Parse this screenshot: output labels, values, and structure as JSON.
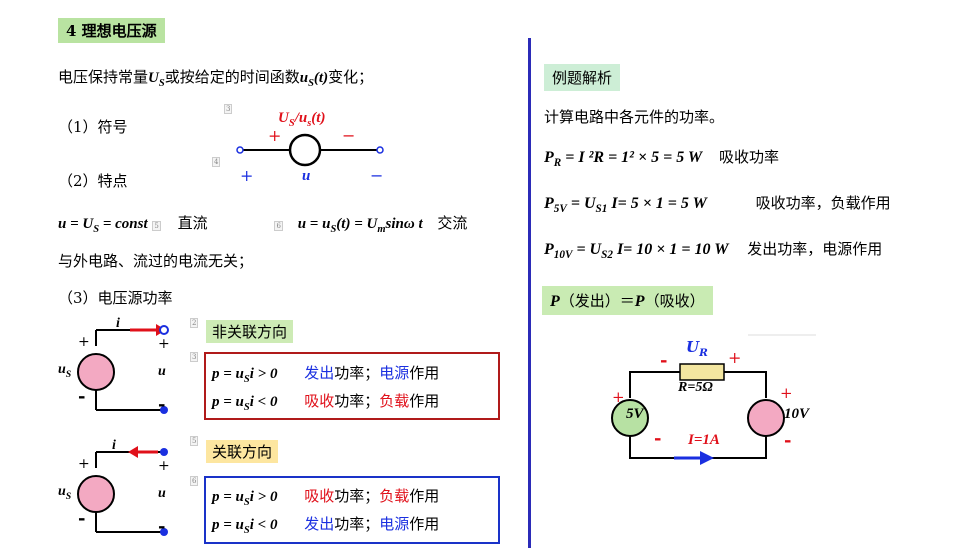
{
  "left": {
    "section_title": "4 理想电压源",
    "line1_a": "电压保持常量",
    "line1_sym1": "U",
    "line1_sym1_sub": "S",
    "line1_b": "或按给定的时间函数",
    "line1_sym2": "u",
    "line1_sym2_sub": "S",
    "line1_sym2_arg": "(t)",
    "line1_c": "变化；",
    "symbol_heading": "（1）符号",
    "feature_heading": "（2）特点",
    "symbol_label": "U",
    "symbol_label_sub": "S",
    "symbol_label_mid": "/u",
    "symbol_label_sub2": "s",
    "symbol_label_end": "(t)",
    "symbol_plus": "+",
    "symbol_minus": "−",
    "symbol_u": "u",
    "eq_dc": "u = U",
    "eq_dc_sub": "S",
    "eq_dc_end": " = const",
    "dc_label": "直流",
    "eq_ac": "u = u",
    "eq_ac_sub": "S",
    "eq_ac_mid": "(t) = U",
    "eq_ac_sub2": "m",
    "eq_ac_end": "sinω t",
    "ac_label": "交流",
    "independence": "与外电路、流过的电流无关；",
    "power_heading": "（3）电压源功率",
    "nonassoc_tag": "非关联方向",
    "assoc_tag": "关联方向",
    "box1_row1_eq": "p = u",
    "box1_row1_sub": "S",
    "box1_row1_end": "i > 0",
    "box1_row1_a": "发出",
    "box1_row1_b": "功率；",
    "box1_row1_c": "电源",
    "box1_row1_d": "作用",
    "box1_row2_eq": "p = u",
    "box1_row2_sub": "S",
    "box1_row2_end": "i < 0",
    "box1_row2_a": "吸收",
    "box1_row2_b": "功率；",
    "box1_row2_c": "负载",
    "box1_row2_d": "作用",
    "box2_row1_eq": "p = u",
    "box2_row1_sub": "S",
    "box2_row1_end": "i > 0",
    "box2_row1_a": "吸收",
    "box2_row1_b": "功率；",
    "box2_row1_c": "负载",
    "box2_row1_d": "作用",
    "box2_row2_eq": "p = u",
    "box2_row2_sub": "S",
    "box2_row2_end": "i < 0",
    "box2_row2_a": "发出",
    "box2_row2_b": "功率；",
    "box2_row2_c": "电源",
    "box2_row2_d": "作用",
    "circ_i": "i",
    "circ_us": "u",
    "circ_us_sub": "S",
    "circ_u": "u",
    "plus": "+",
    "minus": "-",
    "marker_3": "3",
    "marker_4": "4",
    "marker_5": "5",
    "marker_6": "6",
    "marker_2": "2",
    "marker_3b": "3",
    "marker_5b": "5",
    "marker_6b": "6"
  },
  "right": {
    "example_title": "例题解析",
    "task": "计算电路中各元件的功率。",
    "pr_lhs": "P",
    "pr_sub": "R",
    "pr_eq": " = I ²R = 1² × 5 = 5 W",
    "pr_note": "吸收功率",
    "p5_lhs": "P",
    "p5_sub": "5V",
    "p5_eq_a": " = U",
    "p5_eq_sub": "S1",
    "p5_eq_b": " I= 5 × 1 = 5 W",
    "p5_note": "吸收功率，负载作用",
    "p10_lhs": "P",
    "p10_sub": "10V",
    "p10_eq_a": " = U",
    "p10_eq_sub": "S2",
    "p10_eq_b": " I= 10 × 1 = 10 W",
    "p10_note": "发出功率，电源作用",
    "balance_p1": "P",
    "balance_t1": "（发出）＝",
    "balance_p2": "P",
    "balance_t2": "（吸收）",
    "circuit": {
      "ur": "U",
      "ur_sub": "R",
      "r_label": "R=5Ω",
      "v5": "5V",
      "v10": "10V",
      "current": "I=1A",
      "plus": "+",
      "minus": "-"
    }
  },
  "colors": {
    "title_bg": "#b9e3a1",
    "divider": "#2b2bb8",
    "red": "#e0101a",
    "blue": "#1a2fe0",
    "source_fill": "#f3a9c2",
    "source_fill_green": "#b7e1a3",
    "resistor_fill": "#f3e6a0"
  }
}
